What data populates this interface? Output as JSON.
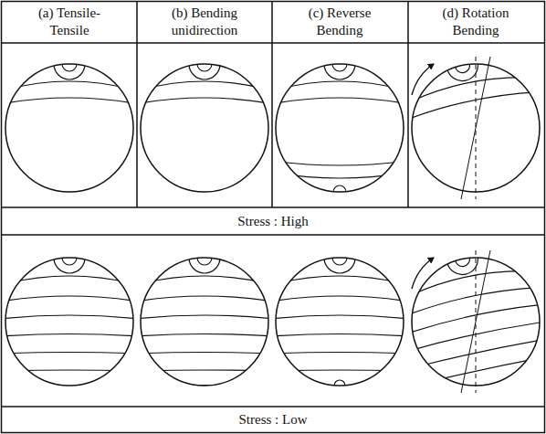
{
  "diagram": {
    "labels": [
      "(a) Tensile- Tensile",
      "(b) Bending unidirection",
      "(c) Reverse Bending",
      "(d) Rotation Bending",
      "Stress : High",
      "Stress : Low"
    ]
  }
}
